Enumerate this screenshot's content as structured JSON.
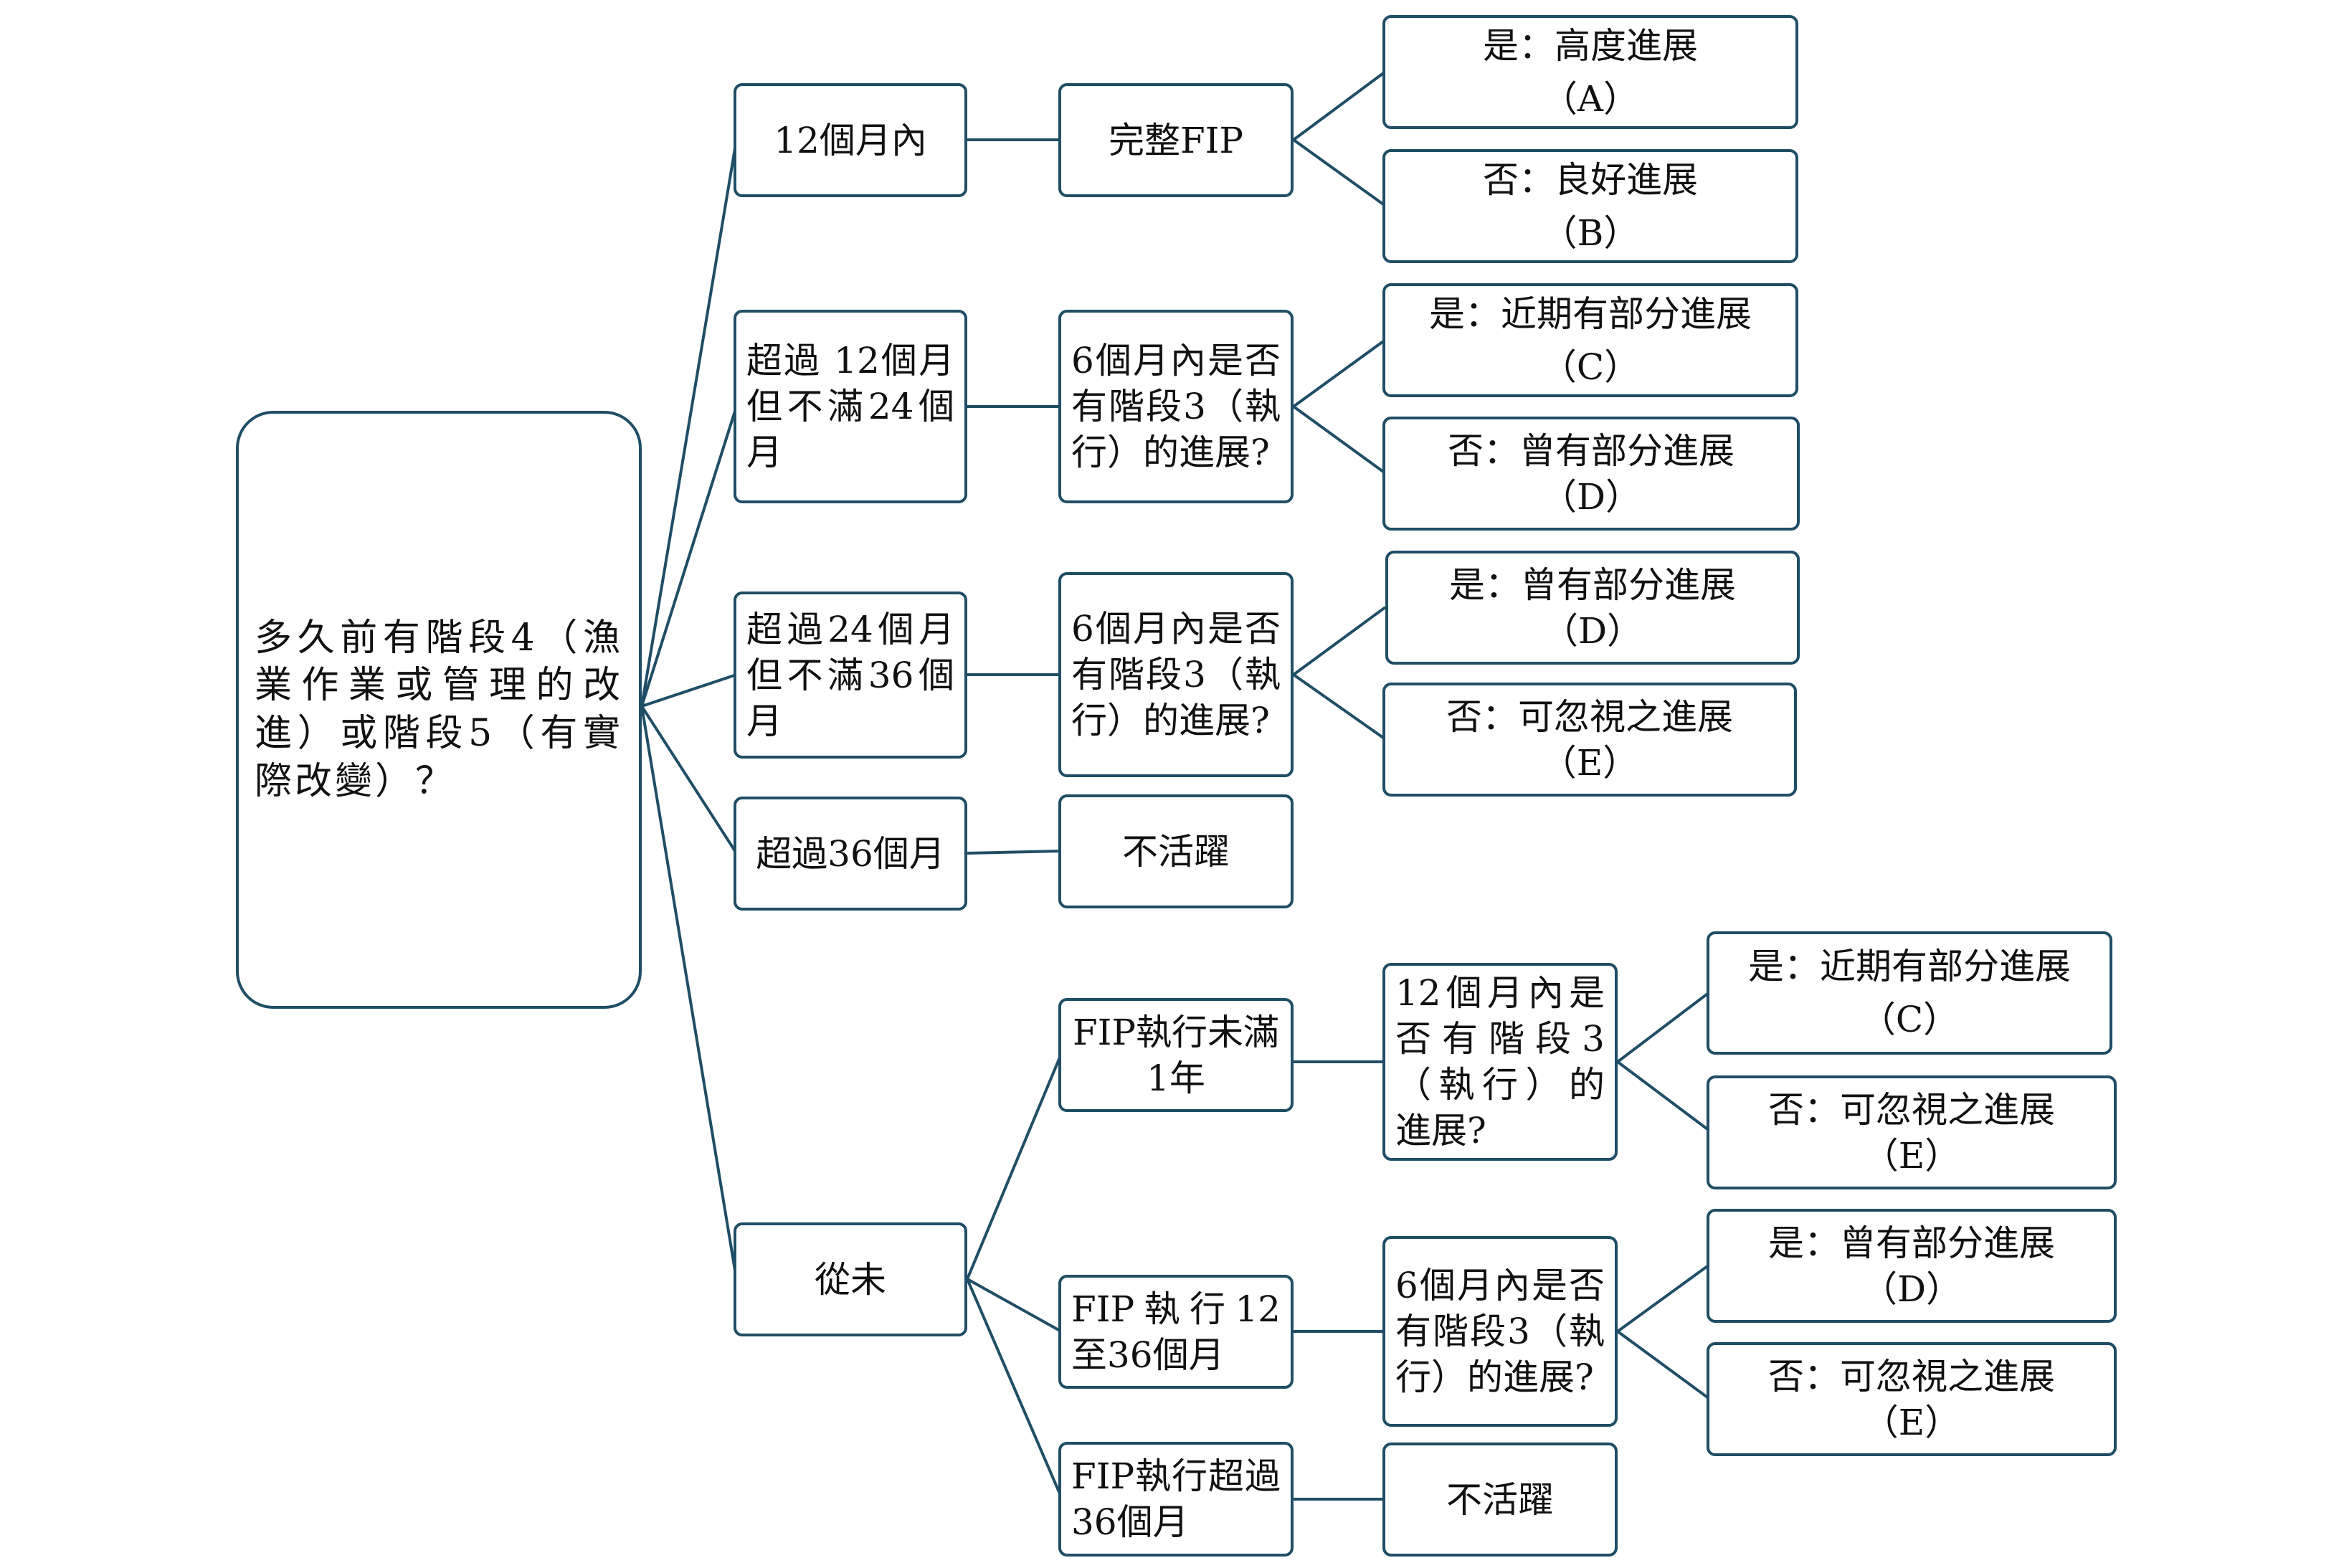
{
  "root": {
    "label": "多久前有階段4（漁業作業或管理的改進）或階段5（有實際改變）？"
  },
  "colors": {
    "border": "#1f4e66",
    "line": "#1f4e66",
    "text": "#111111",
    "background": "#ffffff"
  },
  "level1": [
    {
      "id": "within12",
      "label": "12個月內"
    },
    {
      "id": "12to24",
      "label": "超過 12個月但不滿24個月"
    },
    {
      "id": "24to36",
      "label": "超過24個月但不滿36個月"
    },
    {
      "id": "over36",
      "label": "超過36個月"
    },
    {
      "id": "never",
      "label": "從未"
    }
  ],
  "level2": [
    {
      "id": "full-fip",
      "label": "完整FIP"
    },
    {
      "id": "q6-a",
      "label": "6個月內是否有階段3（執行）的進展?"
    },
    {
      "id": "q6-b",
      "label": "6個月內是否有階段3（執行）的進展?"
    },
    {
      "id": "inactive-a",
      "label": "不活躍"
    },
    {
      "id": "fip-under1",
      "label": "FIP執行未滿1年"
    },
    {
      "id": "fip-12to36",
      "label": "FIP執行12至36個月"
    },
    {
      "id": "fip-over36",
      "label": "FIP執行超過36個月"
    }
  ],
  "level3": [
    {
      "id": "q12-c",
      "label": "12個月內是否有階段3（執行）的進展?"
    },
    {
      "id": "q6-d",
      "label": "6個月內是否有階段3（執行）的進展?"
    },
    {
      "id": "inactive-b",
      "label": "不活躍"
    }
  ],
  "outcomes": [
    {
      "id": "o1",
      "line1": "是：高度進展",
      "line2": "（A）"
    },
    {
      "id": "o2",
      "line1": "否：良好進展",
      "line2": "（B）"
    },
    {
      "id": "o3",
      "line1": "是：近期有部分進展",
      "line2": "（C）"
    },
    {
      "id": "o4",
      "line1": "否：曾有部分進展",
      "line2": "（D）"
    },
    {
      "id": "o5",
      "line1": "是：曾有部分進展",
      "line2": "（D）"
    },
    {
      "id": "o6",
      "line1": "否：可忽視之進展",
      "line2": "（E）"
    },
    {
      "id": "o7",
      "line1": "是：近期有部分進展",
      "line2": "（C）"
    },
    {
      "id": "o8",
      "line1": "否：可忽視之進展",
      "line2": "（E）"
    },
    {
      "id": "o9",
      "line1": "是：曾有部分進展",
      "line2": "（D）"
    },
    {
      "id": "o10",
      "line1": "否：可忽視之進展",
      "line2": "（E）"
    }
  ]
}
